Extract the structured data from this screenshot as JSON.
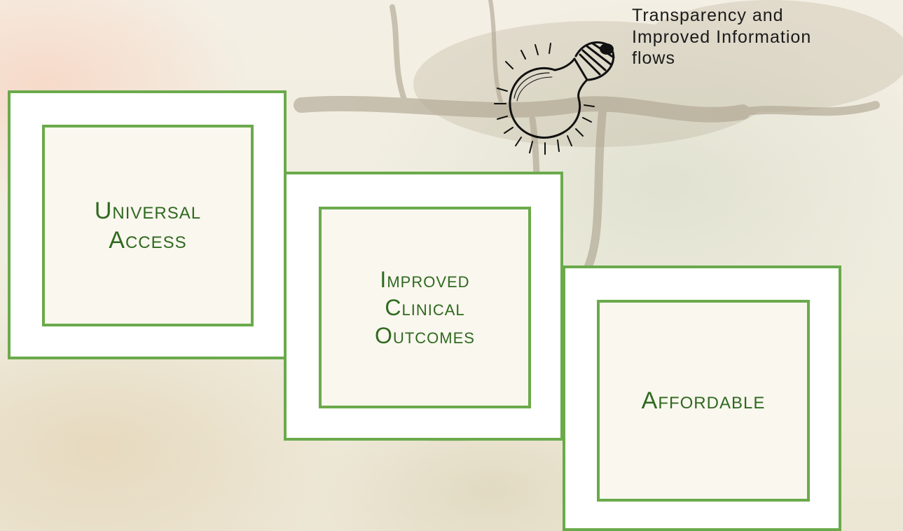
{
  "boxes": [
    {
      "label": "Universal\nAccess"
    },
    {
      "label": "Improved\nClinical\nOutcomes"
    },
    {
      "label": "Affordable"
    }
  ],
  "idea": {
    "text": "Transparency and\nImproved  Information\nflows",
    "icon": "lightbulb-icon"
  },
  "colors": {
    "accent_border": "#6aaa4b",
    "label_text": "#2f6a1f"
  }
}
